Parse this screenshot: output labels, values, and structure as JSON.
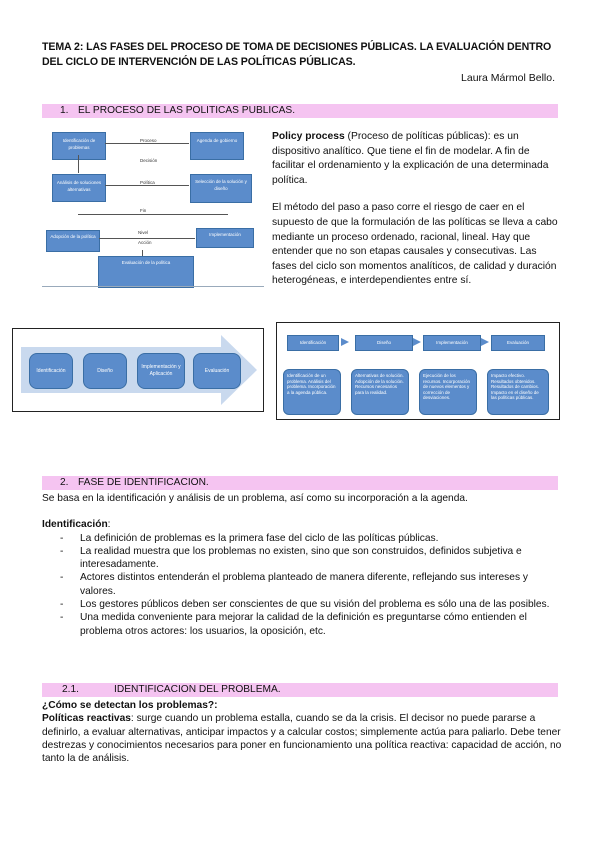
{
  "header": {
    "title": "TEMA 2: LAS FASES DEL PROCESO DE TOMA DE DECISIONES PÚBLICAS. LA EVALUACIÓN DENTRO DEL CICLO DE INTERVENCIÓN DE LAS POLÍTICAS PÚBLICAS.",
    "author": "Laura Mármol Bello."
  },
  "section1": {
    "number": "1.",
    "title": "EL PROCESO DE LAS POLITICAS PUBLICAS.",
    "policy_bold": "Policy process",
    "policy_rest": " (Proceso de políticas públicas): es un dispositivo analítico. Que tiene el fin de modelar. A fin de facilitar el ordenamiento y la explicación de una determinada política.",
    "paragraph2": "El método del paso a paso corre el riesgo de caer en el supuesto de que la formulación de las políticas se lleva a cabo mediante un proceso ordenado, racional, lineal. Hay que entender que no son etapas causales y consecutivas. Las fases del ciclo son momentos analíticos, de calidad y duración heterogéneas, e interdependientes entre sí."
  },
  "diagram1": {
    "boxes": [
      "Identificación de problemas",
      "Agenda de gobierno",
      "Análisis de soluciones alternativas",
      "Selección de la solución y diseño",
      "Adopción de la política",
      "Implementación",
      "Evaluación de la política"
    ],
    "labels": [
      "Proceso",
      "Decisión",
      "Política",
      "Fin",
      "Nivel",
      "Acción"
    ]
  },
  "diagram2": {
    "stages": [
      "Identificación",
      "Diseño",
      "Implementación y Aplicación",
      "Evaluación"
    ]
  },
  "diagram3": {
    "stages": [
      "Identificación",
      "Diseño",
      "Implementación",
      "Evaluación"
    ],
    "details": [
      "Identificación de un problema. Análisis del problema. Incorporación a la agenda pública.",
      "Alternativas de solución. Adopción de la solución. Recursos necesarios para la realidad.",
      "Ejecución de los recursos. Incorporación de nuevos elementos y corrección de desviaciones.",
      "Impacto efectivo. Resultados obtenidos. Resultados de cambios. Impacto en el diseño de las políticas públicas."
    ]
  },
  "section2": {
    "number": "2.",
    "title": "FASE DE IDENTIFICACION.",
    "intro": "Se basa en la identificación y análisis de un problema, así como su incorporación a la agenda.",
    "identificacion_label": "Identificación",
    "identificacion_colon": ":",
    "items": [
      "La definición de problemas es la primera fase del ciclo de las políticas públicas.",
      "La realidad muestra que los problemas no existen, sino que son construidos, definidos subjetiva e interesadamente.",
      "Actores distintos entenderán el problema planteado de manera diferente, reflejando sus intereses y valores.",
      "Los gestores públicos deben ser conscientes de que su visión del problema es sólo una de las posibles.",
      "Una medida conveniente para mejorar la calidad de la definición es preguntarse cómo entienden el problema otros actores: los usuarios, la oposición, etc."
    ]
  },
  "section21": {
    "number": "2.1.",
    "title": "IDENTIFICACION DEL PROBLEMA.",
    "question": "¿Cómo se detectan los problemas?:",
    "reactivas_bold": "Políticas reactivas",
    "reactivas_rest": ": surge cuando un problema estalla, cuando se da la crisis. El decisor no puede pararse a definirlo, a evaluar alternativas, anticipar impactos y a calcular costos; simplemente actúa para paliarlo. Debe tener destrezas y conocimientos necesarios para poner en funcionamiento una política reactiva: capacidad de acción, no tanto la de análisis."
  },
  "colors": {
    "section_bg": "#f5c4f1",
    "diagram_blue": "#5b8ccb",
    "arrow_blue": "#c9d9ee"
  }
}
